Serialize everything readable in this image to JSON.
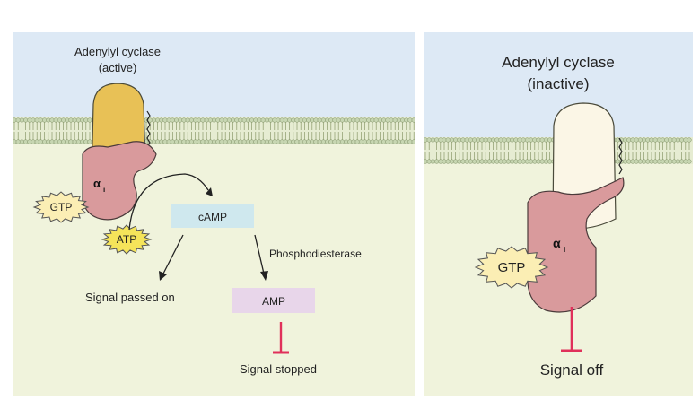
{
  "left_panel": {
    "enzyme_label_line1": "Adenylyl cyclase",
    "enzyme_label_line2": "(active)",
    "gprotein_label": "α",
    "gprotein_subscript": "i",
    "gtp_label": "GTP",
    "atp_label": "ATP",
    "camp_label": "cAMP",
    "pde_label": "Phosphodiesterase",
    "amp_label": "AMP",
    "signal_passed_label": "Signal passed on",
    "signal_stopped_label": "Signal stopped"
  },
  "right_panel": {
    "enzyme_label_line1": "Adenylyl cyclase",
    "enzyme_label_line2": "(inactive)",
    "gprotein_label": "α",
    "gprotein_subscript": "i",
    "gtp_label": "GTP",
    "signal_off_label": "Signal off"
  },
  "colors": {
    "extracellular": "#dde9f5",
    "cytoplasm": "#f0f3dc",
    "membrane_head": "#c7d6b2",
    "lipid_tail": "#8a9a6a",
    "cyclase_active": "#e8c156",
    "cyclase_inactive": "#fbf6e6",
    "g_protein": "#d99a9c",
    "gtp_burst": "#fbeeb4",
    "atp_burst": "#f5e45a",
    "camp_box": "#cfe8ee",
    "amp_box": "#e8d6ea",
    "inhibit": "#e0305a"
  }
}
